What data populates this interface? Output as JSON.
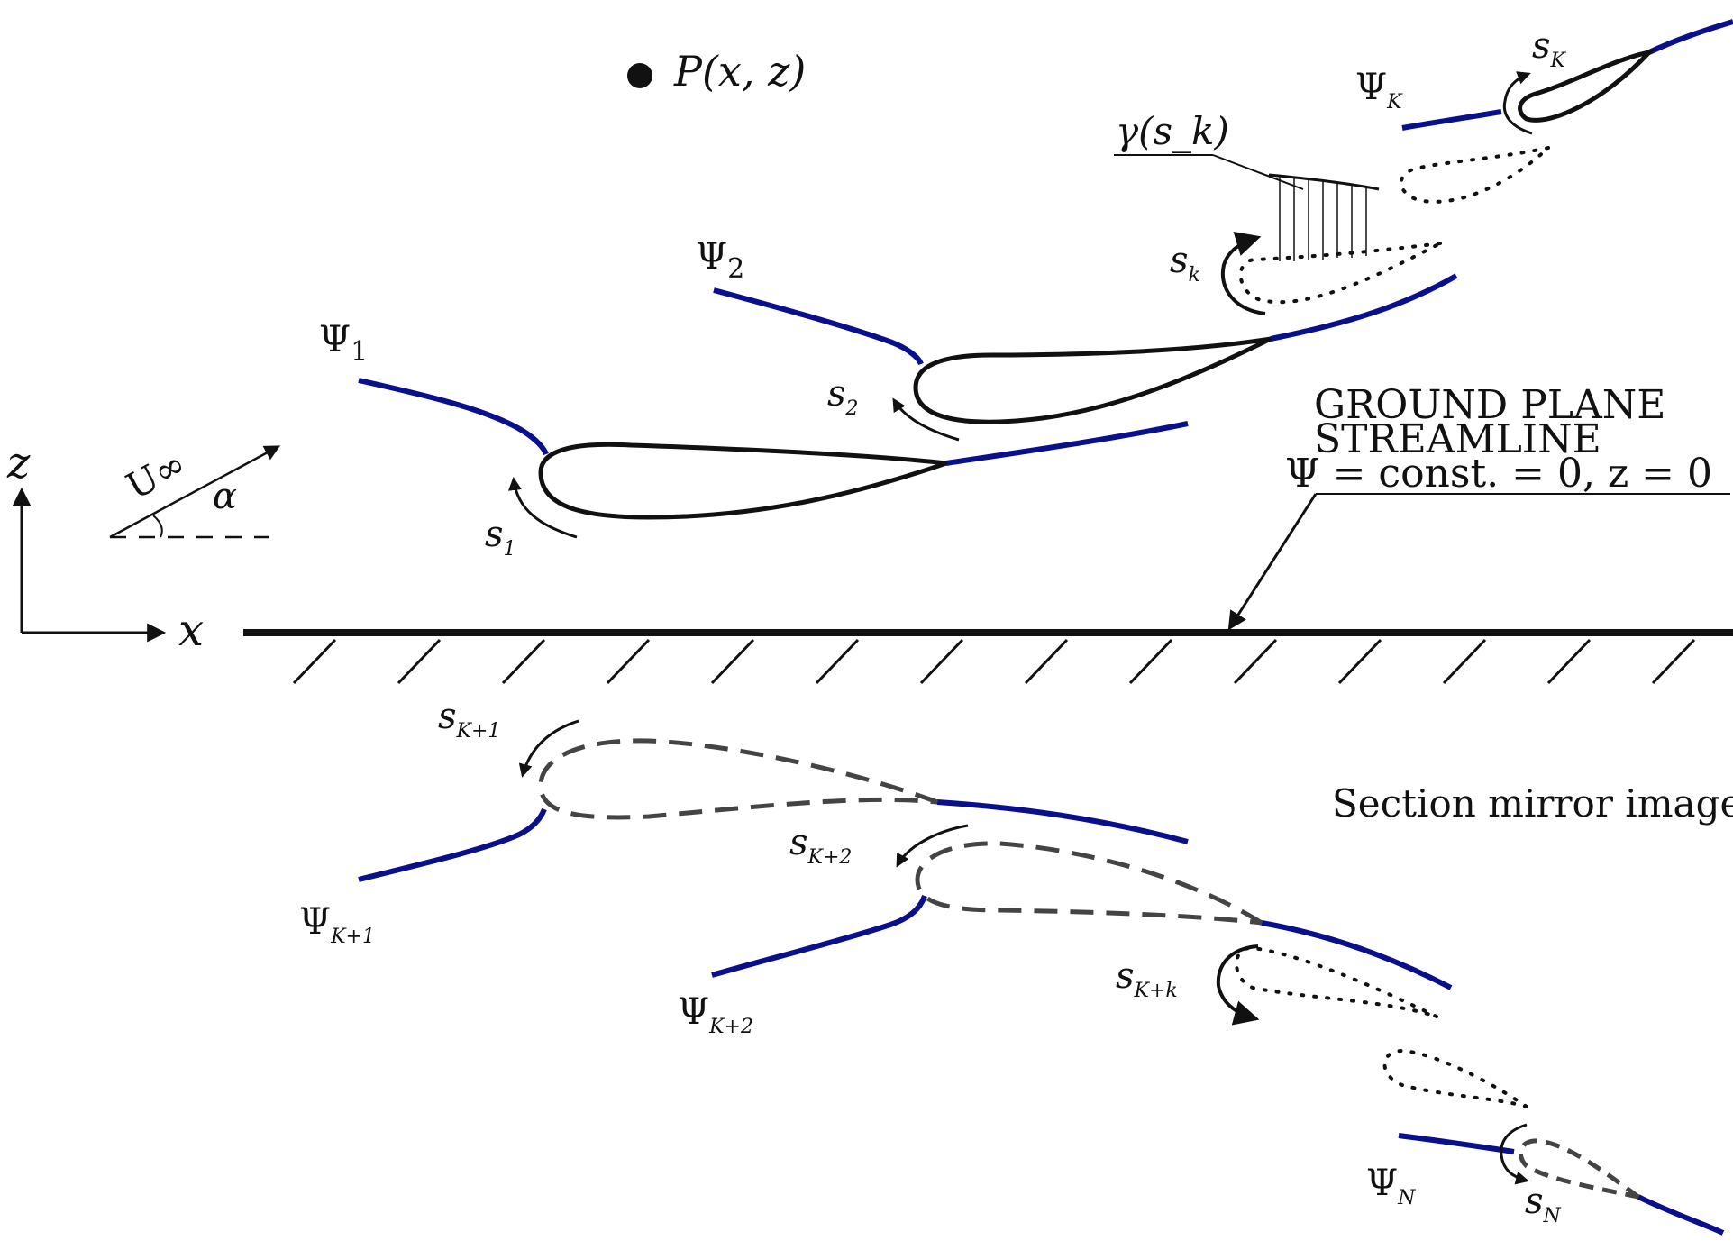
{
  "point_label": "P(x, z)",
  "streamlines": {
    "psi1": {
      "main": "Ψ",
      "sub": "1"
    },
    "psi2": {
      "main": "Ψ",
      "sub": "2"
    },
    "psiK": {
      "main": "Ψ",
      "sub": "K"
    },
    "psiK1": {
      "main": "Ψ",
      "sub": "K+1"
    },
    "psiK2": {
      "main": "Ψ",
      "sub": "K+2"
    },
    "psiN": {
      "main": "Ψ",
      "sub": "N"
    }
  },
  "arclengths": {
    "s1": {
      "main": "s",
      "sub": "1"
    },
    "s2": {
      "main": "s",
      "sub": "2"
    },
    "sk": {
      "main": "s",
      "sub": "k"
    },
    "sK": {
      "main": "s",
      "sub": "K"
    },
    "sK1": {
      "main": "s",
      "sub": "K+1"
    },
    "sK2": {
      "main": "s",
      "sub": "K+2"
    },
    "sKk": {
      "main": "s",
      "sub": "K+k"
    },
    "sN": {
      "main": "s",
      "sub": "N"
    }
  },
  "gamma_label": "γ(s_k)",
  "ground_label": {
    "line1": "GROUND PLANE",
    "line2": "STREAMLINE",
    "line3": "Ψ = const.  = 0, z = 0"
  },
  "mirror_label": "Section mirror image",
  "freestream": {
    "velocity": "U∞",
    "angle": "α"
  },
  "axes": {
    "x": "x",
    "z": "z"
  },
  "colors": {
    "streamline": "#0a0f8c",
    "airfoil": "#111111",
    "mirror": "#444444"
  }
}
